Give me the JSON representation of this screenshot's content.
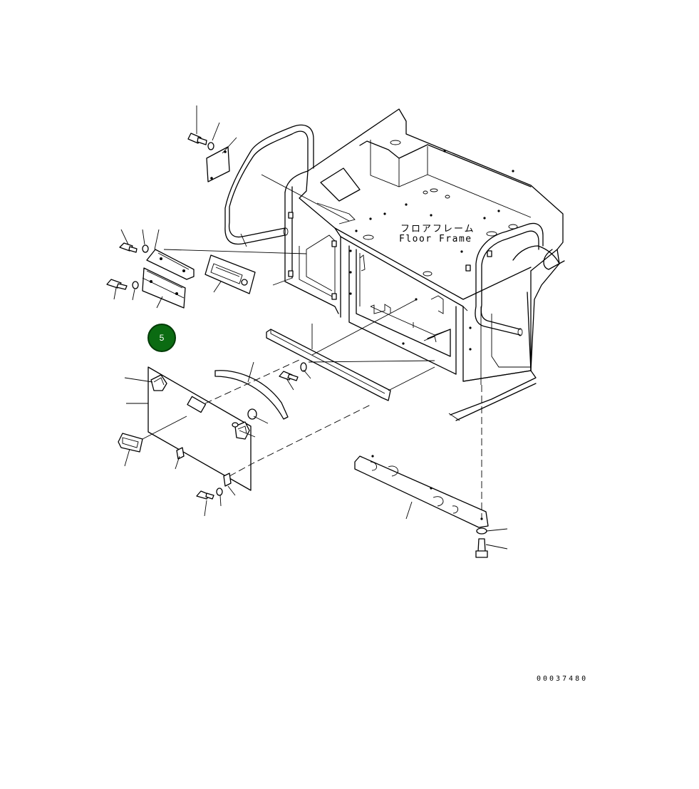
{
  "frame_label": {
    "japanese": "フロアフレーム",
    "english": "Floor Frame"
  },
  "callout_badge": {
    "number": "5",
    "color": "#0b6b12"
  },
  "drawing_number": "00037480"
}
